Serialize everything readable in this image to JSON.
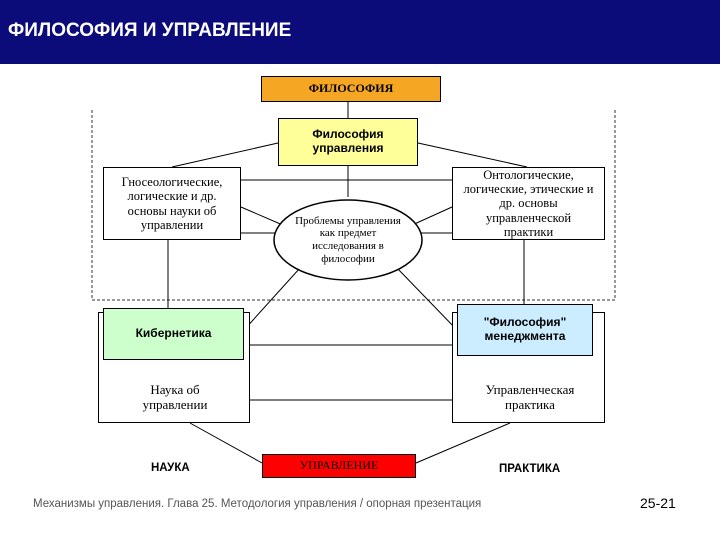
{
  "header": {
    "title": "ФИЛОСОФИЯ И УПРАВЛЕНИЕ"
  },
  "colors": {
    "header_bg": "#0b0b7a",
    "philosophy_box": "#f5a623",
    "philosophy_of_management_box": "#ffff99",
    "cybernetics_box": "#ccffcc",
    "philosophy_management_quote_box": "#ccecff",
    "management_box": "#ff0000"
  },
  "diagram": {
    "philosophy": "ФИЛОСОФИЯ",
    "philosophy_of_management": "Философия управления",
    "gnoseological": "Гносеологические, логические и др. основы науки об управлении",
    "ontological": "Онтологические, логические, этические и др. основы управленческой практики",
    "problems": "Проблемы управления как предмет исследования в философии",
    "cybernetics": "Кибернетика",
    "philosophy_management": "\"Философия\" менеджмента",
    "science_of_management": "Наука об управлении",
    "management_practice": "Управленческая практика",
    "science_label": "НАУКА",
    "practice_label": "ПРАКТИКА",
    "management": "УПРАВЛЕНИЕ"
  },
  "footer": {
    "text": "Механизмы управления. Глава 25. Методология управления / опорная презентация",
    "page": "25-21"
  }
}
